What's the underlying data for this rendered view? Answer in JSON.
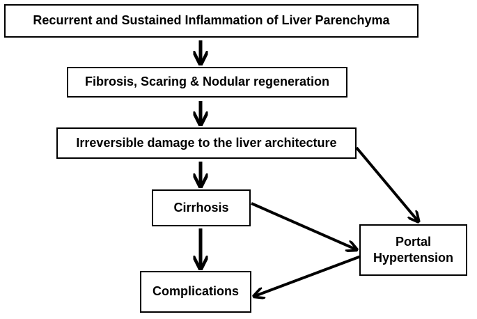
{
  "nodes": {
    "inflammation": "Recurrent and Sustained Inflammation of Liver Parenchyma",
    "fibrosis": "Fibrosis, Scaring & Nodular regeneration",
    "damage": "Irreversible damage to the liver architecture",
    "cirrhosis": "Cirrhosis",
    "portal_hypertension": "Portal Hypertension",
    "complications": "Complications"
  },
  "edges": [
    {
      "from": "inflammation",
      "to": "fibrosis"
    },
    {
      "from": "fibrosis",
      "to": "damage"
    },
    {
      "from": "damage",
      "to": "cirrhosis"
    },
    {
      "from": "damage",
      "to": "portal_hypertension"
    },
    {
      "from": "cirrhosis",
      "to": "complications"
    },
    {
      "from": "cirrhosis",
      "to": "portal_hypertension"
    },
    {
      "from": "portal_hypertension",
      "to": "complications"
    }
  ]
}
